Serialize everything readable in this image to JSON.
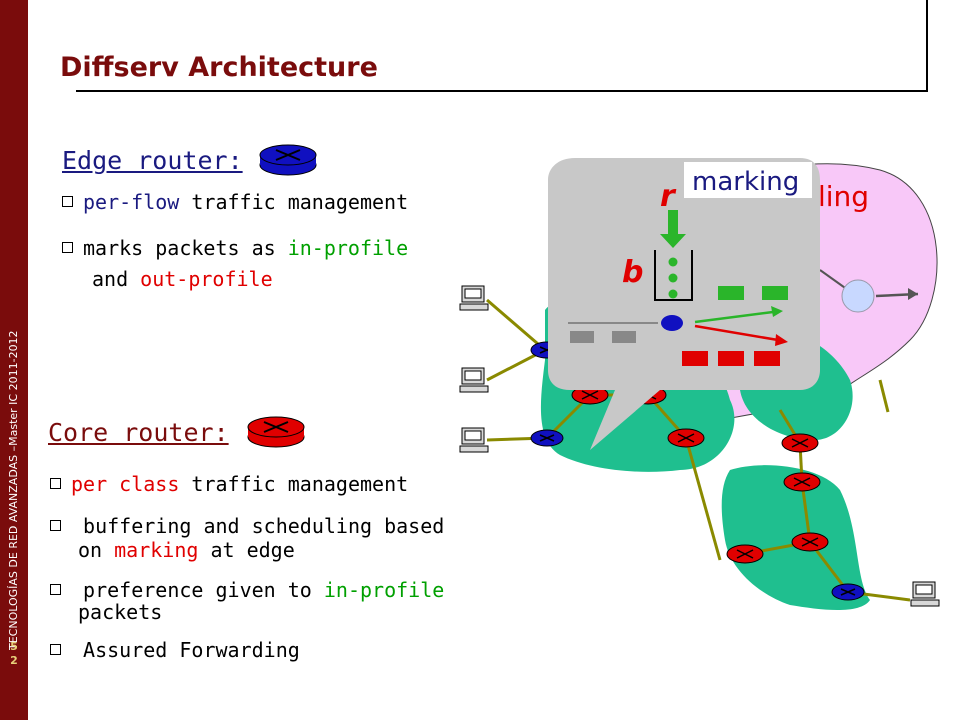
{
  "sidebar": {
    "vertical_text": "TECNOLOGÍAS DE RED AVANZADAS –Master IC 2011-2012",
    "page_digits": [
      "5",
      "2"
    ]
  },
  "slide": {
    "title": "Diffserv Architecture"
  },
  "edge": {
    "heading": "Edge router:",
    "b1": {
      "pre": "per-flow",
      "post": " traffic management"
    },
    "b2": {
      "pre": "marks packets as ",
      "in_profile": "in-profile",
      "line2_pre": "and ",
      "out_profile": "out-profile"
    }
  },
  "core": {
    "heading": "Core router:",
    "b1": {
      "pre": "per class",
      "post": " traffic management"
    },
    "b2": {
      "line1": " buffering and scheduling based",
      "line2_pre": "on ",
      "marking": "marking",
      "line2_post": " at edge"
    },
    "b3": {
      "line1_pre": " preference given to ",
      "in_profile": "in-profile",
      "line2": "packets"
    },
    "b4": {
      "text": " Assured Forwarding"
    }
  },
  "callout": {
    "marking_label": "marking",
    "r_label": "r",
    "b_label": "b",
    "background_label_fragment": "ling"
  },
  "colors": {
    "sidebar": "#7a0c0c",
    "title": "#7a0c0c",
    "edge_heading": "#1a1a80",
    "core_heading": "#7a0c0c",
    "keyword_green": "#00a000",
    "keyword_red": "#e00000",
    "network_cloud": "#1fbf8f",
    "callout_bg": "#c8c8c8",
    "pink_bubble": "#f8c8f8"
  },
  "icons": [
    "router-icon",
    "computer-icon"
  ]
}
